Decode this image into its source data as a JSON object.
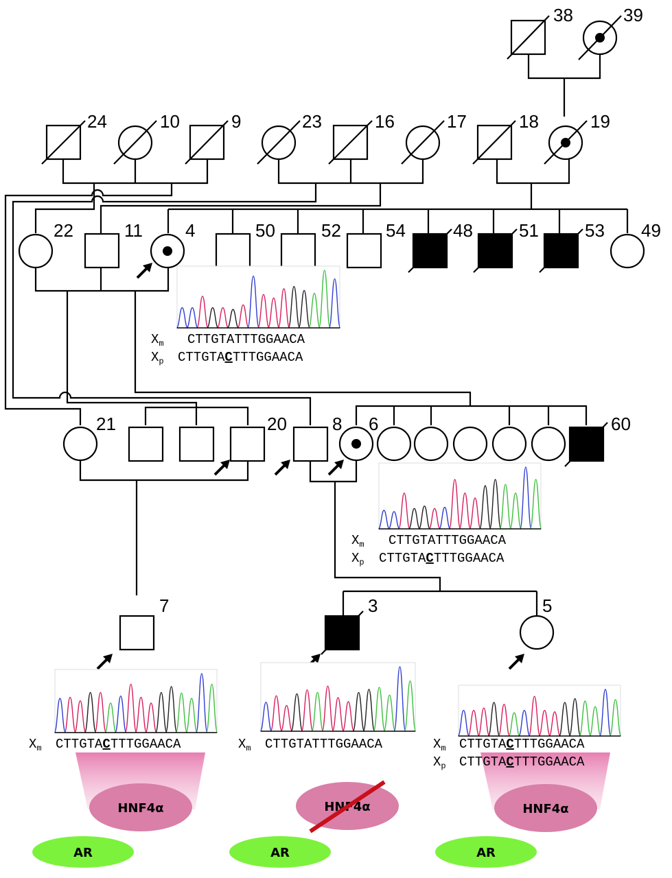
{
  "figure": {
    "type": "pedigree",
    "description": "Family pedigree with Sanger sequencing chromatograms and HNF4alpha / AR binding schematic"
  },
  "individuals": [
    {
      "id": "38",
      "sex": "male",
      "deceased": true,
      "affected": false,
      "carrier": false
    },
    {
      "id": "39",
      "sex": "female",
      "deceased": true,
      "affected": false,
      "carrier": true
    },
    {
      "id": "24",
      "sex": "male",
      "deceased": true,
      "affected": false,
      "carrier": false
    },
    {
      "id": "10",
      "sex": "female",
      "deceased": true,
      "affected": false,
      "carrier": false
    },
    {
      "id": "9",
      "sex": "male",
      "deceased": true,
      "affected": false,
      "carrier": false
    },
    {
      "id": "23",
      "sex": "female",
      "deceased": true,
      "affected": false,
      "carrier": false
    },
    {
      "id": "16",
      "sex": "male",
      "deceased": true,
      "affected": false,
      "carrier": false
    },
    {
      "id": "17",
      "sex": "female",
      "deceased": true,
      "affected": false,
      "carrier": false
    },
    {
      "id": "18",
      "sex": "male",
      "deceased": true,
      "affected": false,
      "carrier": false
    },
    {
      "id": "19",
      "sex": "female",
      "deceased": true,
      "affected": false,
      "carrier": true
    },
    {
      "id": "22",
      "sex": "female",
      "deceased": false,
      "affected": false,
      "carrier": false
    },
    {
      "id": "11",
      "sex": "male",
      "deceased": false,
      "affected": false,
      "carrier": false
    },
    {
      "id": "4",
      "sex": "female",
      "deceased": false,
      "affected": false,
      "carrier": true,
      "proband_arrow": true
    },
    {
      "id": "50",
      "sex": "male",
      "deceased": false,
      "affected": false,
      "carrier": false
    },
    {
      "id": "52",
      "sex": "male",
      "deceased": false,
      "affected": false,
      "carrier": false
    },
    {
      "id": "54",
      "sex": "male",
      "deceased": false,
      "affected": false,
      "carrier": false
    },
    {
      "id": "48",
      "sex": "male",
      "deceased": true,
      "affected": true,
      "carrier": false
    },
    {
      "id": "51",
      "sex": "male",
      "deceased": true,
      "affected": true,
      "carrier": false
    },
    {
      "id": "53",
      "sex": "male",
      "deceased": true,
      "affected": true,
      "carrier": false
    },
    {
      "id": "49",
      "sex": "female",
      "deceased": false,
      "affected": false,
      "carrier": false
    },
    {
      "id": "21",
      "sex": "female",
      "deceased": false,
      "affected": false,
      "carrier": false
    },
    {
      "id": "20",
      "sex": "male",
      "deceased": false,
      "affected": false,
      "carrier": false,
      "proband_arrow": true
    },
    {
      "id": "8",
      "sex": "male",
      "deceased": false,
      "affected": false,
      "carrier": false,
      "proband_arrow": true
    },
    {
      "id": "6",
      "sex": "female",
      "deceased": false,
      "affected": false,
      "carrier": true,
      "proband_arrow": true
    },
    {
      "id": "60",
      "sex": "male",
      "deceased": true,
      "affected": true,
      "carrier": false
    },
    {
      "id": "7",
      "sex": "male",
      "deceased": false,
      "affected": false,
      "carrier": false,
      "proband_arrow": true
    },
    {
      "id": "3",
      "sex": "male",
      "deceased": true,
      "affected": true,
      "carrier": false,
      "proband_arrow": true
    },
    {
      "id": "5",
      "sex": "female",
      "deceased": false,
      "affected": false,
      "carrier": false,
      "proband_arrow": true
    }
  ],
  "labels": {
    "n38": "38",
    "n39": "39",
    "n24": "24",
    "n10": "10",
    "n9": "9",
    "n23": "23",
    "n16": "16",
    "n17": "17",
    "n18": "18",
    "n19": "19",
    "n22": "22",
    "n11": "11",
    "n4": "4",
    "n50": "50",
    "n52": "52",
    "n54": "54",
    "n48": "48",
    "n51": "51",
    "n53": "53",
    "n49": "49",
    "n21": "21",
    "n20": "20",
    "n8": "8",
    "n6": "6",
    "n60": "60",
    "n7": "7",
    "n3": "3",
    "n5": "5"
  },
  "sequences": {
    "ind4": {
      "xm_label": "X",
      "xm_sub": "m",
      "xm_seq": "CTTGTATTTGGAACA",
      "xp_label": "X",
      "xp_sub": "p",
      "xp_pre": "CTTGTA",
      "xp_var": "C",
      "xp_post": "TTTGGAACA"
    },
    "ind6": {
      "xm_label": "X",
      "xm_sub": "m",
      "xm_seq": "CTTGTATTTGGAACA",
      "xp_label": "X",
      "xp_sub": "p",
      "xp_pre": "CTTGTA",
      "xp_var": "C",
      "xp_post": "TTTGGAACA"
    },
    "ind7": {
      "xm_label": "X",
      "xm_sub": "m",
      "xm_pre": "CTTGTA",
      "xm_var": "C",
      "xm_post": "TTTGGAACA"
    },
    "ind3": {
      "xm_label": "X",
      "xm_sub": "m",
      "xm_seq": "CTTGTATTTGGAACA"
    },
    "ind5": {
      "xm_label": "X",
      "xm_sub": "m",
      "xm_pre": "CTTGTA",
      "xm_var": "C",
      "xm_post": "TTTGGAACA",
      "xp_label": "X",
      "xp_sub": "p",
      "xp_pre": "CTTGTA",
      "xp_var": "C",
      "xp_post": "TTTGGAACA"
    }
  },
  "proteins": {
    "hnf4a_label": "HNF4α",
    "ar_label": "AR",
    "panels": [
      {
        "individual": "7",
        "hnf4a_bound": true
      },
      {
        "individual": "3",
        "hnf4a_bound": false
      },
      {
        "individual": "5",
        "hnf4a_bound": true
      }
    ]
  },
  "colors": {
    "hnf4a": "#d97fa8",
    "ar": "#7cf23c",
    "binding_gradient": "#e678ad",
    "cross_out": "#c8101a",
    "trace_A": "#3fbf3f",
    "trace_C": "#2f3fd0",
    "trace_G": "#202020",
    "trace_T": "#d81e5b"
  },
  "chromatograms": {
    "ind4": {
      "peaks": [
        "B",
        "B",
        "R",
        "K",
        "R",
        "K",
        "R",
        "B",
        "R",
        "R",
        "R",
        "K",
        "K",
        "G",
        "G",
        "B",
        "G"
      ],
      "heights": [
        0.35,
        0.35,
        0.55,
        0.35,
        0.35,
        0.32,
        0.4,
        0.9,
        0.58,
        0.52,
        0.68,
        0.72,
        0.65,
        0.6,
        1.0,
        0.85
      ]
    },
    "ind6": {
      "peaks": [
        "B",
        "B",
        "R",
        "K",
        "K",
        "R",
        "B",
        "R",
        "R",
        "R",
        "K",
        "K",
        "G",
        "G",
        "B",
        "G"
      ],
      "heights": [
        0.3,
        0.28,
        0.58,
        0.33,
        0.37,
        0.33,
        0.35,
        0.8,
        0.58,
        0.5,
        0.7,
        0.8,
        0.72,
        0.58,
        1.0,
        0.8
      ]
    },
    "ind7": {
      "peaks": [
        "B",
        "R",
        "R",
        "K",
        "R",
        "G",
        "B",
        "R",
        "R",
        "R",
        "K",
        "K",
        "G",
        "G",
        "B",
        "G"
      ],
      "heights": [
        0.58,
        0.6,
        0.54,
        0.68,
        0.68,
        0.5,
        0.62,
        0.82,
        0.6,
        0.5,
        0.68,
        0.78,
        0.67,
        0.58,
        1.0,
        0.82
      ]
    },
    "ind3": {
      "peaks": [
        "B",
        "R",
        "R",
        "K",
        "R",
        "G",
        "R",
        "R",
        "R",
        "K",
        "K",
        "G",
        "G",
        "B",
        "G"
      ],
      "heights": [
        0.45,
        0.55,
        0.4,
        0.58,
        0.64,
        0.6,
        0.7,
        0.52,
        0.46,
        0.6,
        0.65,
        0.68,
        0.56,
        1.0,
        0.78
      ]
    },
    "ind5": {
      "peaks": [
        "B",
        "R",
        "R",
        "K",
        "R",
        "G",
        "B",
        "R",
        "R",
        "R",
        "K",
        "K",
        "G",
        "G",
        "B",
        "G"
      ],
      "heights": [
        0.55,
        0.55,
        0.6,
        0.72,
        0.68,
        0.5,
        0.55,
        0.85,
        0.55,
        0.52,
        0.72,
        0.8,
        0.75,
        0.63,
        1.0,
        0.78
      ]
    }
  }
}
